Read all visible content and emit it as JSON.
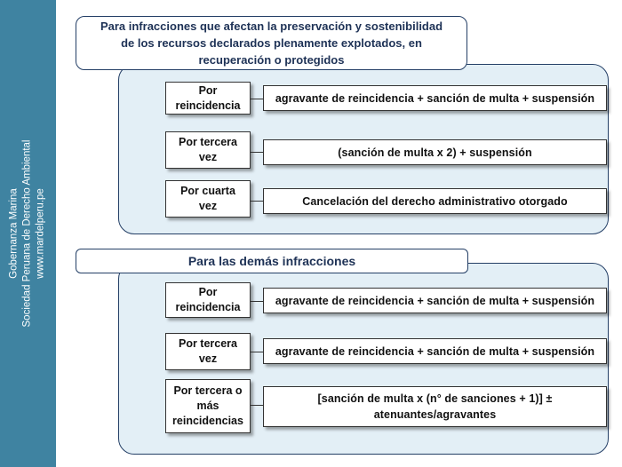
{
  "sidebar": {
    "line1": "Gobernanza Marina",
    "line2": "Sociedad Peruana de Derecho Ambiental",
    "line3": "www.mardelperu.pe"
  },
  "section1": {
    "title_lines": [
      "Para infracciones que afectan la preservación y sostenibilidad",
      "de los recursos declarados plenamente explotados, en",
      "recuperación o protegidos"
    ],
    "rows": [
      {
        "label_lines": [
          "Por",
          "reincidencia"
        ],
        "result_lines": [
          "agravante de reincidencia + sanción de multa + suspensión"
        ]
      },
      {
        "label_lines": [
          "Por tercera",
          "vez"
        ],
        "result_lines": [
          "(sanción de multa x 2) + suspensión"
        ]
      },
      {
        "label_lines": [
          "Por cuarta",
          "vez"
        ],
        "result_lines": [
          "Cancelación del derecho administrativo otorgado"
        ]
      }
    ]
  },
  "section2": {
    "title_lines": [
      "Para las demás infracciones"
    ],
    "rows": [
      {
        "label_lines": [
          "Por",
          "reincidencia"
        ],
        "result_lines": [
          "agravante de reincidencia + sanción de multa + suspensión"
        ]
      },
      {
        "label_lines": [
          "Por tercera",
          "vez"
        ],
        "result_lines": [
          "agravante de reincidencia + sanción de multa + suspensión"
        ]
      },
      {
        "label_lines": [
          "Por tercera o",
          "más",
          "reincidencias"
        ],
        "result_lines": [
          "[sanción de multa x (n° de sanciones + 1)] ±",
          "atenuantes/agravantes"
        ]
      }
    ]
  },
  "colors": {
    "sidebar": "#3f83a1",
    "panel_fill": "#e3eff6",
    "border_dark": "#243f66"
  }
}
